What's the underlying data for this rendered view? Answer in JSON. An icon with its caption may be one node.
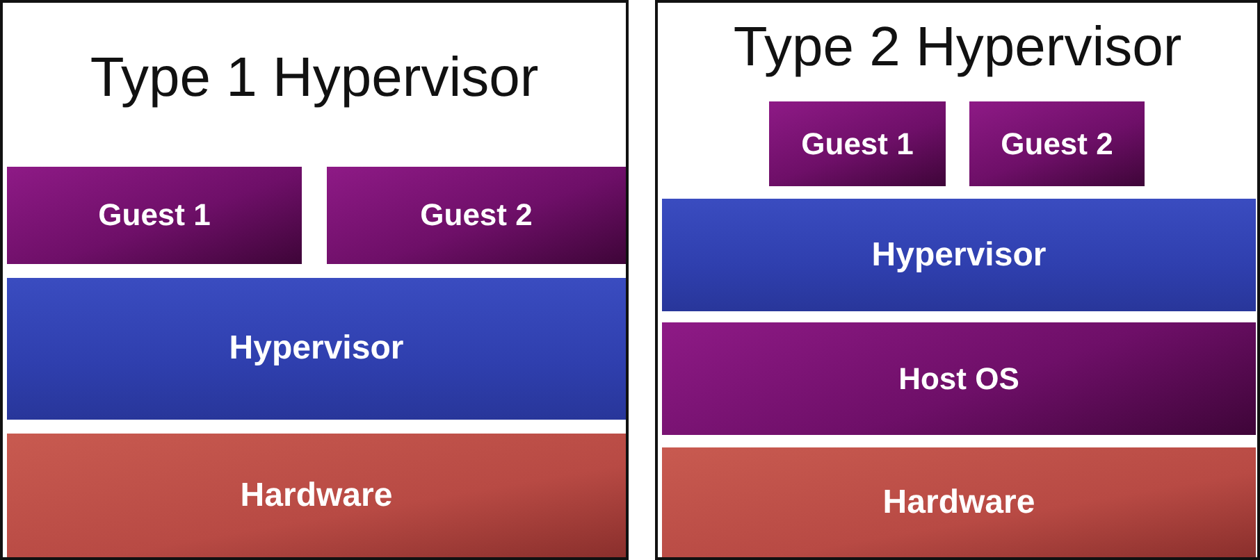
{
  "diagram": {
    "nodes": [
      {
        "text": [
          "Type 1 Hypervisor"
        ]
      },
      {
        "text": [
          "Guest 1"
        ],
        "in": 0
      },
      {
        "text": [
          "Guest 2"
        ],
        "in": 0
      },
      {
        "text": [
          "Hypervisor"
        ],
        "in": 0
      },
      {
        "text": [
          "Hardware"
        ],
        "in": 0
      },
      {
        "text": [
          "Type 2 Hypervisor"
        ]
      },
      {
        "text": [
          "Guest 1"
        ],
        "in": 5
      },
      {
        "text": [
          "Guest 2"
        ],
        "in": 5
      },
      {
        "text": [
          "Hypervisor"
        ],
        "in": 5
      },
      {
        "text": [
          "Host OS"
        ],
        "in": 5
      },
      {
        "text": [
          "Hardware"
        ],
        "in": 5
      }
    ]
  }
}
